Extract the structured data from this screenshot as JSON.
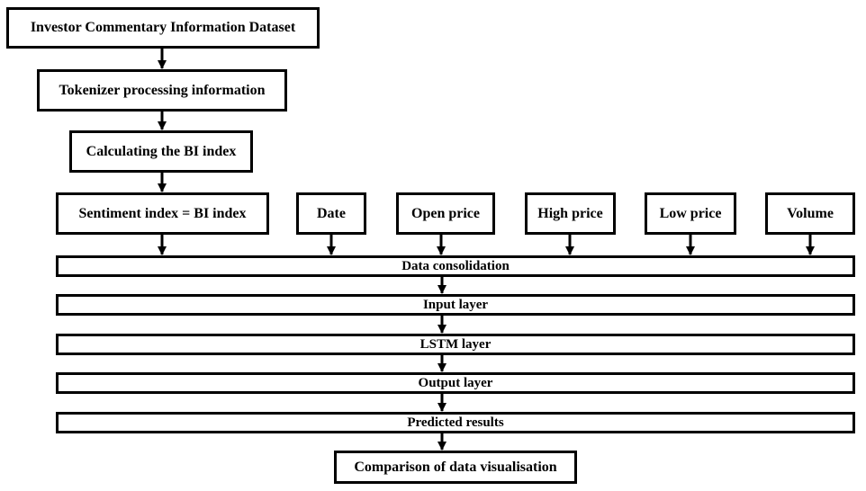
{
  "nodes": {
    "dataset": "Investor Commentary Information Dataset",
    "tokenizer": "Tokenizer processing information",
    "bi_index": "Calculating the BI index",
    "sentiment": "Sentiment index = BI index",
    "date": "Date",
    "open_price": "Open price",
    "high_price": "High price",
    "low_price": "Low price",
    "volume": "Volume",
    "consolidation": "Data consolidation",
    "input_layer": "Input layer",
    "lstm_layer": "LSTM layer",
    "output_layer": "Output layer",
    "predicted": "Predicted results",
    "comparison": "Comparison of data visualisation"
  }
}
